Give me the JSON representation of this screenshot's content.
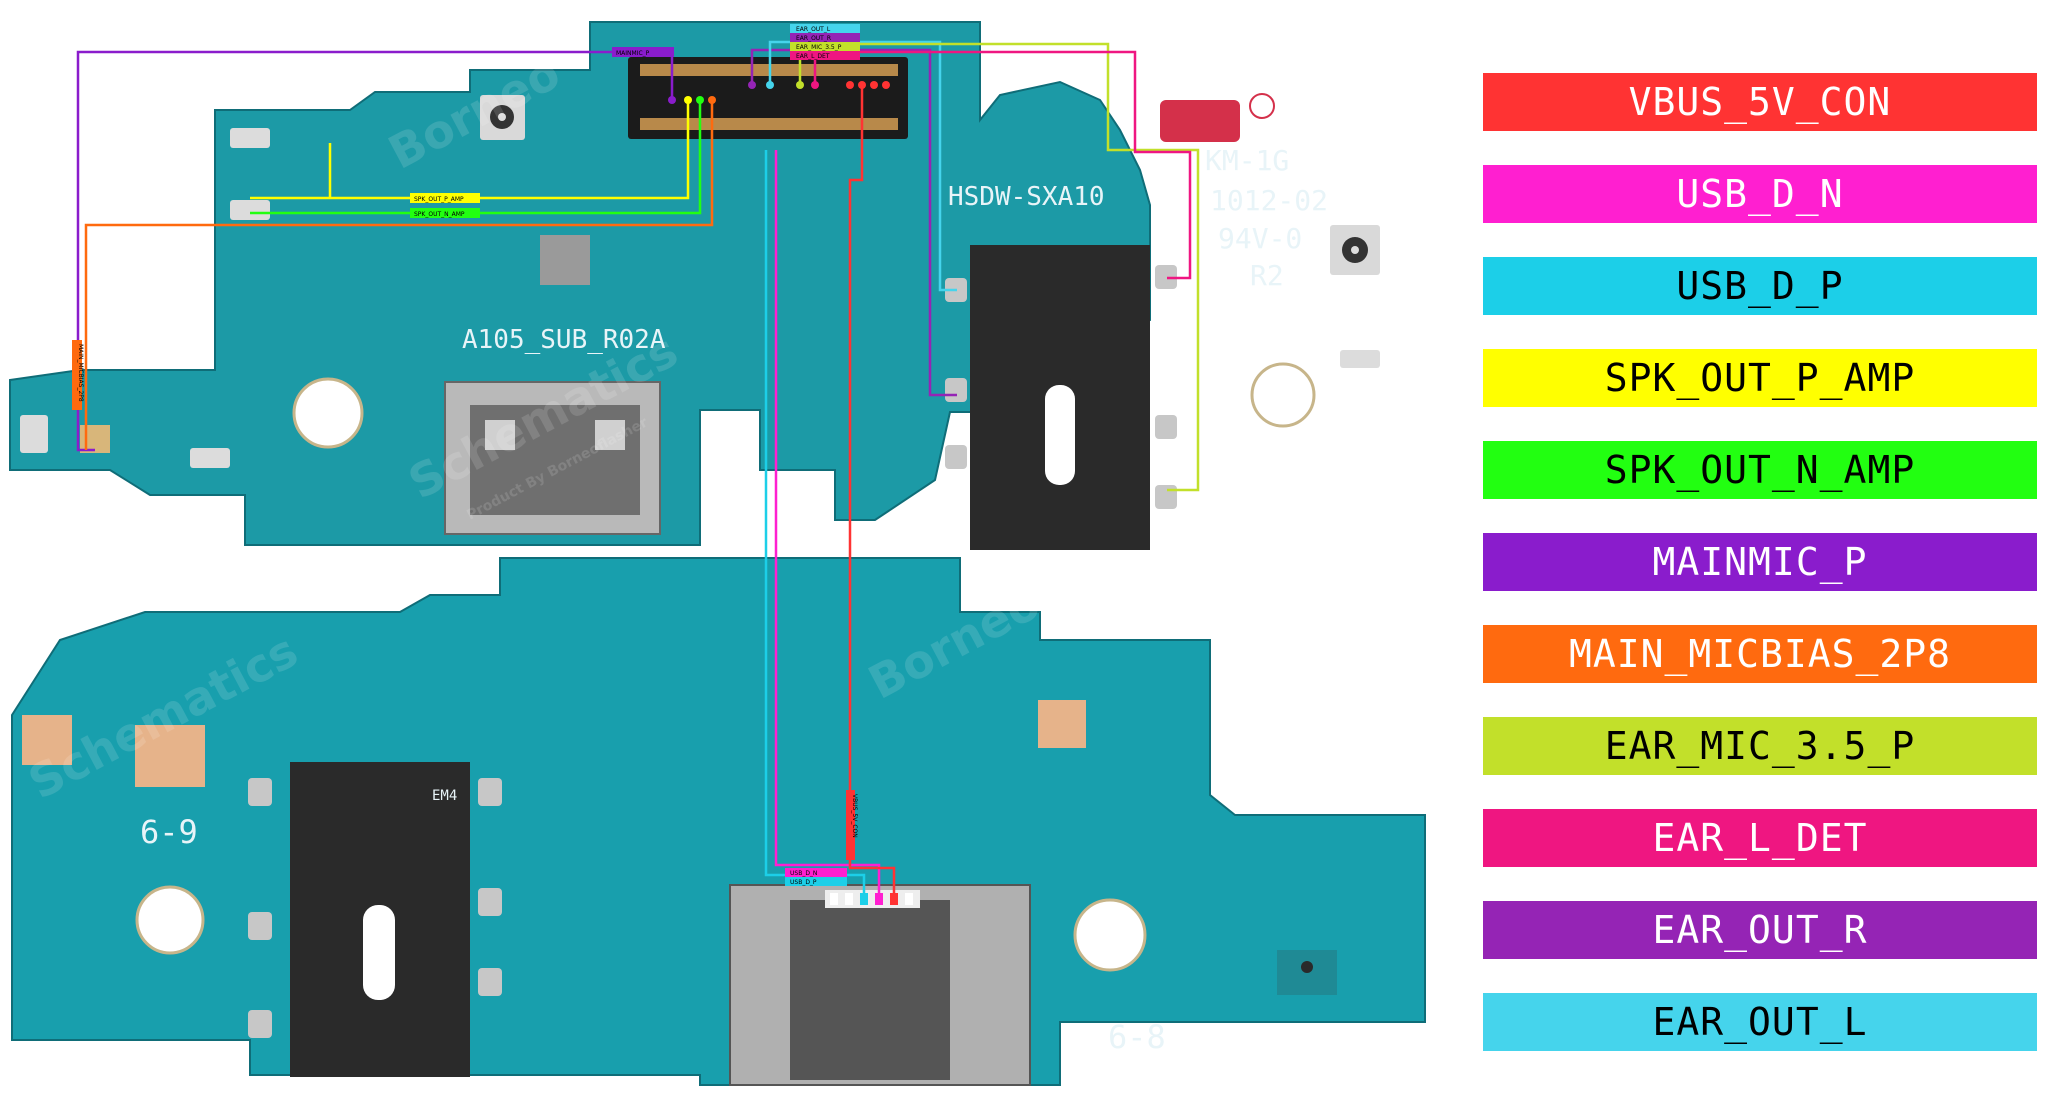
{
  "legend": [
    {
      "label": "VBUS_5V_CON",
      "color": "#ff3333",
      "text_color": "#ffffff"
    },
    {
      "label": "USB_D_N",
      "color": "#ff1fd0",
      "text_color": "#ffffff"
    },
    {
      "label": "USB_D_P",
      "color": "#1ccfe8",
      "text_color": "#000000"
    },
    {
      "label": "SPK_OUT_P_AMP",
      "color": "#ffff00",
      "text_color": "#000000"
    },
    {
      "label": "SPK_OUT_N_AMP",
      "color": "#22ff11",
      "text_color": "#000000"
    },
    {
      "label": "MAINMIC_P",
      "color": "#8a1ccc",
      "text_color": "#ffffff"
    },
    {
      "label": "MAIN_MICBIAS_2P8",
      "color": "#ff6a0f",
      "text_color": "#ffffff"
    },
    {
      "label": "EAR_MIC_3.5_P",
      "color": "#c2e02a",
      "text_color": "#000000"
    },
    {
      "label": "EAR_L_DET",
      "color": "#ef1681",
      "text_color": "#ffffff"
    },
    {
      "label": "EAR_OUT_R",
      "color": "#9524b5",
      "text_color": "#ffffff"
    },
    {
      "label": "EAR_OUT_L",
      "color": "#45d4ec",
      "text_color": "#000000"
    }
  ],
  "silkscreen": {
    "board_name": "A105_SUB_R02A",
    "part_code": "HSDW-SXA10",
    "marking_line1": "KM-1G",
    "marking_line2": "1012-02",
    "marking_line3": "94V-0",
    "marking_line4": "R2",
    "label_left": "6-9",
    "label_right": "6-8",
    "jack_text": "EM4"
  },
  "watermark": {
    "brand_line1": "Borneo",
    "brand_line2": "Schematics",
    "tagline": "Product By Borneoflasher"
  },
  "net_tags": {
    "mainmic": "MAINMIC_P",
    "spk_p": "SPK_OUT_P_AMP",
    "spk_n": "SPK_OUT_N_AMP",
    "ear_out_l": "EAR_OUT_L",
    "ear_out_r": "EAR_OUT_R",
    "ear_mic": "EAR_MIC_3.5_P",
    "ear_l_det": "EAR_L_DET",
    "usb_dn": "USB_D_N",
    "usb_dp": "USB_D_P",
    "vbus": "VBUS_5V_CON",
    "micbias": "MAIN_MICBIAS_2P8"
  }
}
